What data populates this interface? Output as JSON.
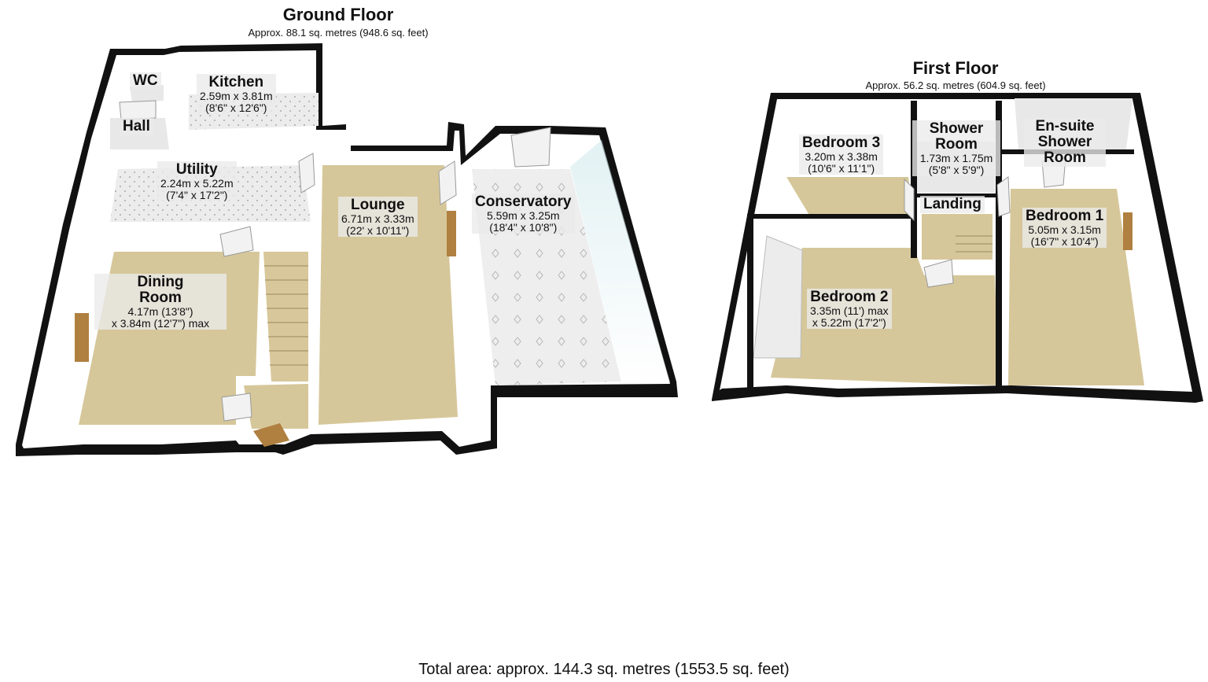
{
  "ground_floor": {
    "title": "Ground Floor",
    "area": "Approx. 88.1 sq. metres (948.6 sq. feet)",
    "rooms": [
      {
        "name": "WC",
        "dims": []
      },
      {
        "name": "Kitchen",
        "dims": [
          "2.59m x 3.81m",
          "(8'6\" x 12'6\")"
        ]
      },
      {
        "name": "Hall",
        "dims": []
      },
      {
        "name": "Utility",
        "dims": [
          "2.24m x 5.22m",
          "(7'4\" x 17'2\")"
        ]
      },
      {
        "name": "Dining Room",
        "dims": [
          "4.17m (13'8\")",
          "x 3.84m (12'7\") max"
        ]
      },
      {
        "name": "Lounge",
        "dims": [
          "6.71m x 3.33m",
          "(22' x 10'11\")"
        ]
      },
      {
        "name": "Conservatory",
        "dims": [
          "5.59m x 3.25m",
          "(18'4\" x 10'8\")"
        ]
      }
    ]
  },
  "first_floor": {
    "title": "First Floor",
    "area": "Approx. 56.2 sq. metres (604.9 sq. feet)",
    "rooms": [
      {
        "name": "Bedroom 3",
        "dims": [
          "3.20m x 3.38m",
          "(10'6\" x 11'1\")"
        ]
      },
      {
        "name": "Shower Room",
        "dims": [
          "1.73m x 1.75m",
          "(5'8\" x 5'9\")"
        ]
      },
      {
        "name": "En-suite Shower Room",
        "dims": []
      },
      {
        "name": "Landing",
        "dims": []
      },
      {
        "name": "Bedroom 1",
        "dims": [
          "5.05m x 3.15m",
          "(16'7\" x 10'4\")"
        ]
      },
      {
        "name": "Bedroom 2",
        "dims": [
          "3.35m (11') max",
          "x 5.22m (17'2\")"
        ]
      }
    ]
  },
  "total_area": "Total area: approx. 144.3 sq. metres (1553.5 sq. feet)",
  "colors": {
    "carpet": "#d9c99a",
    "tile": "#e7e7e7",
    "wall": "#111111",
    "wall_face": "#ffffff",
    "sky": "#cfe8ec"
  }
}
